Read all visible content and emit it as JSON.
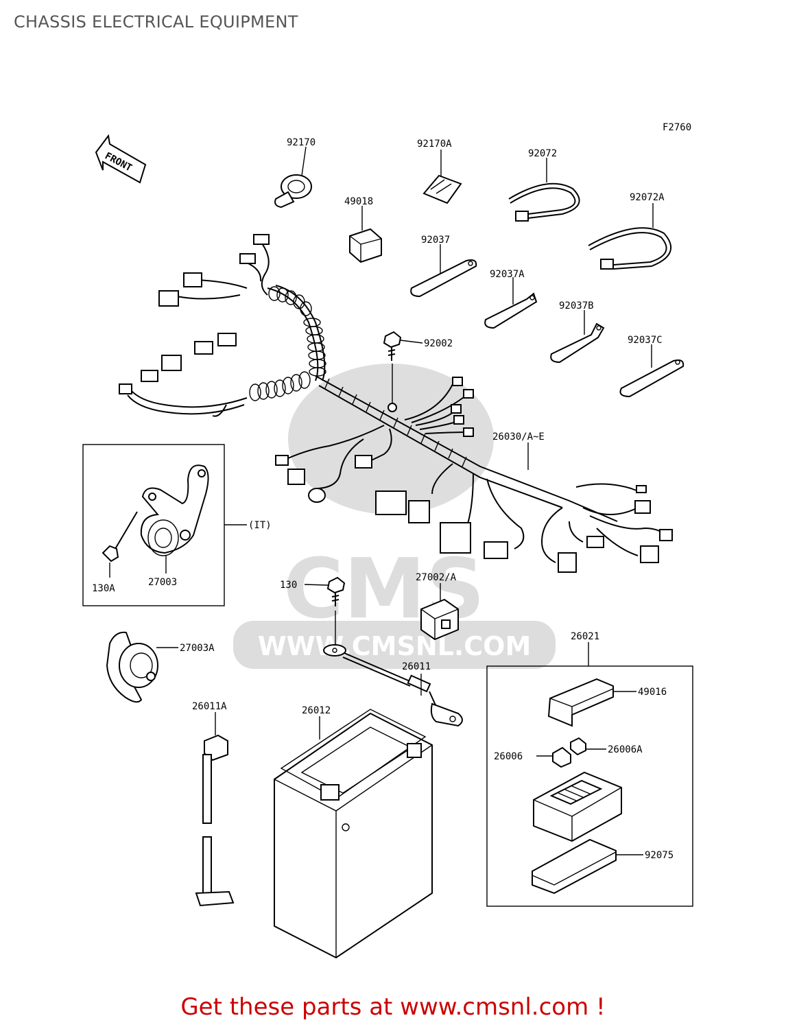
{
  "title": "CHASSIS ELECTRICAL EQUIPMENT",
  "figure_code": "F2760",
  "front_label": "FRONT",
  "watermark": {
    "brand": "CMS",
    "url": "WWW.CMSNL.COM"
  },
  "callouts": {
    "c92170": "92170",
    "c92170A": "92170A",
    "c92072": "92072",
    "c92072A": "92072A",
    "c49018": "49018",
    "c92037": "92037",
    "c92037A": "92037A",
    "c92037B": "92037B",
    "c92037C": "92037C",
    "c92002": "92002",
    "c26030": "26030/A~E",
    "cIT": "(IT)",
    "c130A": "130A",
    "c27003": "27003",
    "c130": "130",
    "c27002": "27002/A",
    "c27003A": "27003A",
    "c26011": "26011",
    "c26021": "26021",
    "c49016": "49016",
    "c26011A": "26011A",
    "c26012": "26012",
    "c26006": "26006",
    "c26006A": "26006A",
    "c92075": "92075"
  },
  "footer": "Get these parts at www.cmsnl.com !"
}
